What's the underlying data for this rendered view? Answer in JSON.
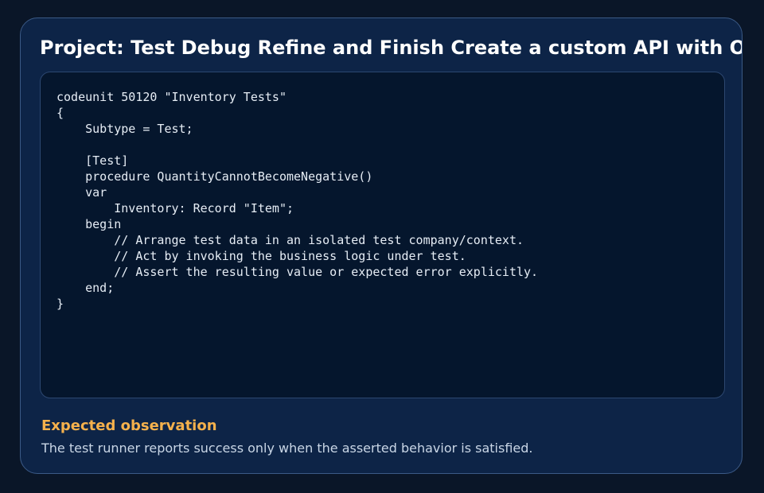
{
  "page": {
    "title": "Project: Test Debug Refine and Finish Create a custom API with OAuth",
    "code": "codeunit 50120 \"Inventory Tests\"\n{\n    Subtype = Test;\n\n    [Test]\n    procedure QuantityCannotBecomeNegative()\n    var\n        Inventory: Record \"Item\";\n    begin\n        // Arrange test data in an isolated test company/context.\n        // Act by invoking the business logic under test.\n        // Assert the resulting value or expected error explicitly.\n    end;\n}",
    "observation_heading": "Expected observation",
    "observation_text": "The test runner reports success only when the asserted behavior is satisfied."
  },
  "colors": {
    "background": "#0a1628",
    "card": "#0d2447",
    "card_border": "#3b5a86",
    "code_background": "#05162d",
    "heading_accent": "#f5b14c"
  }
}
